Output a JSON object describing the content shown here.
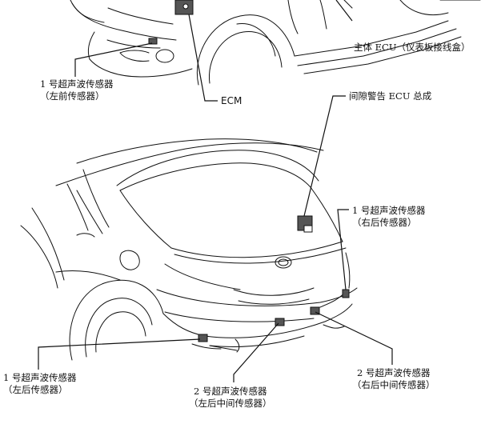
{
  "labels": {
    "main_ecu": "主体 ECU（仪表板接线盒）",
    "ecm": "ECM",
    "no1_front_left": {
      "line1": "1 号超声波传感器",
      "line2": "（左前传感器）"
    },
    "clearance_warning_ecu": "间隙警告 ECU 总成",
    "no1_rear_right": {
      "line1": "1 号超声波传感器",
      "line2": "（右后传感器）"
    },
    "no1_rear_left": {
      "line1": "1 号超声波传感器",
      "line2": "（左后传感器）"
    },
    "no2_rear_left_center": {
      "line1": "2 号超声波传感器",
      "line2": "（左后中间传感器）"
    },
    "no2_rear_right_center": {
      "line1": "2 号超声波传感器",
      "line2": "（右后中间传感器）"
    }
  },
  "colors": {
    "ink": "#111111",
    "part_fill": "#555555",
    "background": "#ffffff"
  }
}
